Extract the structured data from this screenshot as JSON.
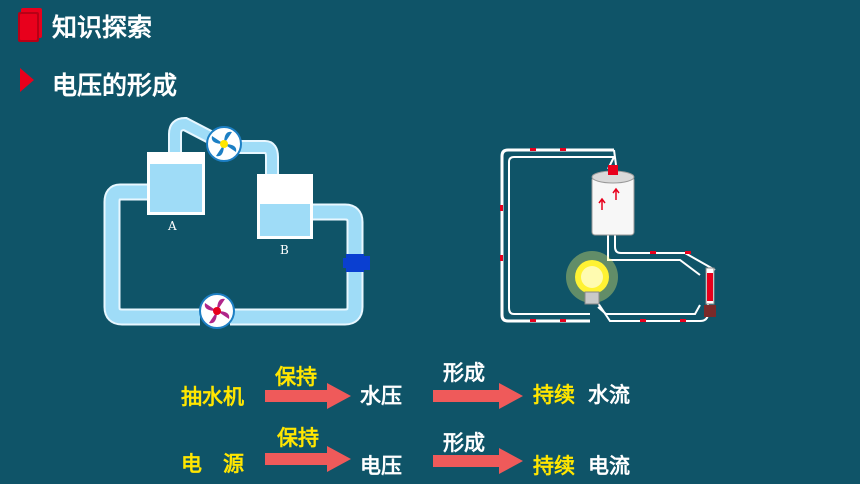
{
  "header": {
    "section_title": "知识探索",
    "subtitle": "电压的形成"
  },
  "water_diagram": {
    "tank_a_label": "A",
    "tank_b_label": "B"
  },
  "flow_rows": [
    {
      "source": "抽水机",
      "arrow1_label": "保持",
      "middle": "水压",
      "arrow2_label": "形成",
      "result_prefix": "持续",
      "result": "水流"
    },
    {
      "source": "电　源",
      "arrow1_label": "保持",
      "middle": "电压",
      "arrow2_label": "形成",
      "result_prefix": "持续",
      "result": "电流"
    }
  ],
  "colors": {
    "background": "#0f5468",
    "accent_red": "#e8001c",
    "label_yellow": "#ffe600",
    "arrow": "#ef5a5a",
    "pipe": "#9fdcf7"
  },
  "icons": [
    "book-icon",
    "play-triangle-icon",
    "pump-icon",
    "valve-icon",
    "bulb-icon",
    "battery-icon",
    "switch-icon"
  ]
}
